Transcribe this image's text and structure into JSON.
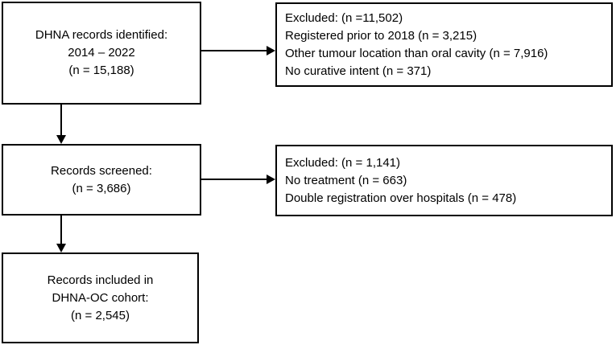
{
  "colors": {
    "border": "#000000",
    "background": "#ffffff",
    "text": "#000000"
  },
  "boxes": {
    "identified": {
      "lines": [
        "DHNA records identified:",
        "2014 – 2022",
        "(n = 15,188)"
      ]
    },
    "excluded_initial": {
      "lines": [
        "Excluded: (n =11,502)",
        "Registered prior to 2018 (n = 3,215)",
        "Other tumour location than oral cavity (n = 7,916)",
        "No curative intent (n = 371)"
      ]
    },
    "screened": {
      "lines": [
        "Records screened:",
        "(n = 3,686)"
      ]
    },
    "excluded_screened": {
      "lines": [
        "Excluded: (n = 1,141)",
        "No treatment (n = 663)",
        "Double registration over hospitals (n = 478)"
      ]
    },
    "included": {
      "lines": [
        "Records included in",
        "DHNA-OC cohort:",
        "(n = 2,545)"
      ]
    }
  }
}
